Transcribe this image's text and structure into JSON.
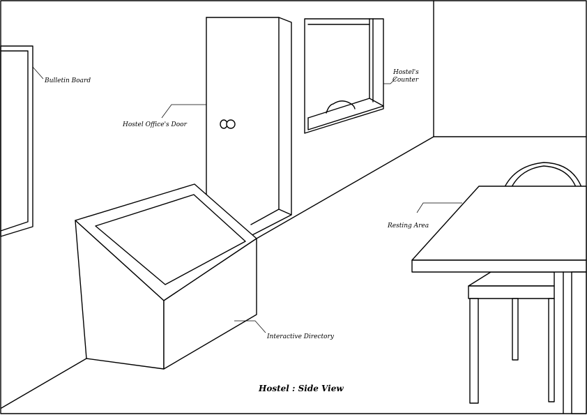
{
  "labels": {
    "bulletin_board": "Bulletin Board",
    "office_door": "Hostel Office's Door",
    "counter_line1": "Hostel's",
    "counter_line2": "Counter",
    "resting_area": "Resting Area",
    "interactive_directory": "Interactive Directory"
  },
  "title": "Hostel : Side View"
}
